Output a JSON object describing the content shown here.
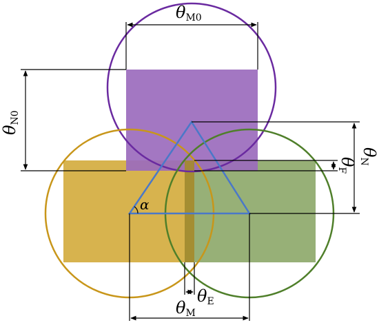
{
  "diagram": {
    "colors": {
      "purple_fill": "#9b6bbd",
      "purple_circle": "#6a2aa0",
      "gold_fill": "#d4ac3f",
      "gold_circle": "#c8961a",
      "green_fill": "#8ea96b",
      "green_circle": "#4f7f2a",
      "triangle": "#4a78c8",
      "dim_line": "#000000"
    },
    "labels": {
      "theta_m0": {
        "symbol": "θ",
        "sub": "M0"
      },
      "theta_n0": {
        "symbol": "θ",
        "sub": "N0"
      },
      "theta_n": {
        "symbol": "θ",
        "sub": "N"
      },
      "theta_f": {
        "symbol": "θ",
        "sub": "F"
      },
      "theta_e": {
        "symbol": "θ",
        "sub": "E"
      },
      "theta_m": {
        "symbol": "θ",
        "sub": "M"
      },
      "alpha": "α"
    }
  }
}
